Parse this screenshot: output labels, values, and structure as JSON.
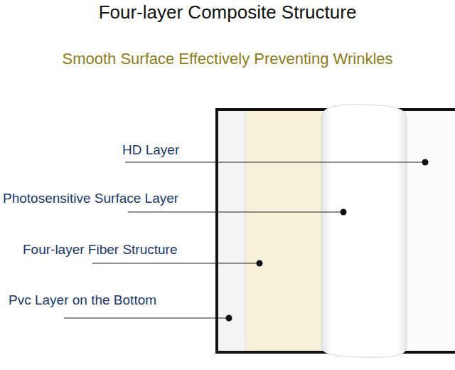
{
  "diagram": {
    "title": "Four-layer Composite Structure",
    "labels": [
      "Smooth Surface Effectively Preventing Wrinkles",
      "HD Layer",
      "Photosensitive Surface Layer",
      "Four-layer Fiber Structure",
      "Pvc Layer on the Bottom"
    ]
  }
}
